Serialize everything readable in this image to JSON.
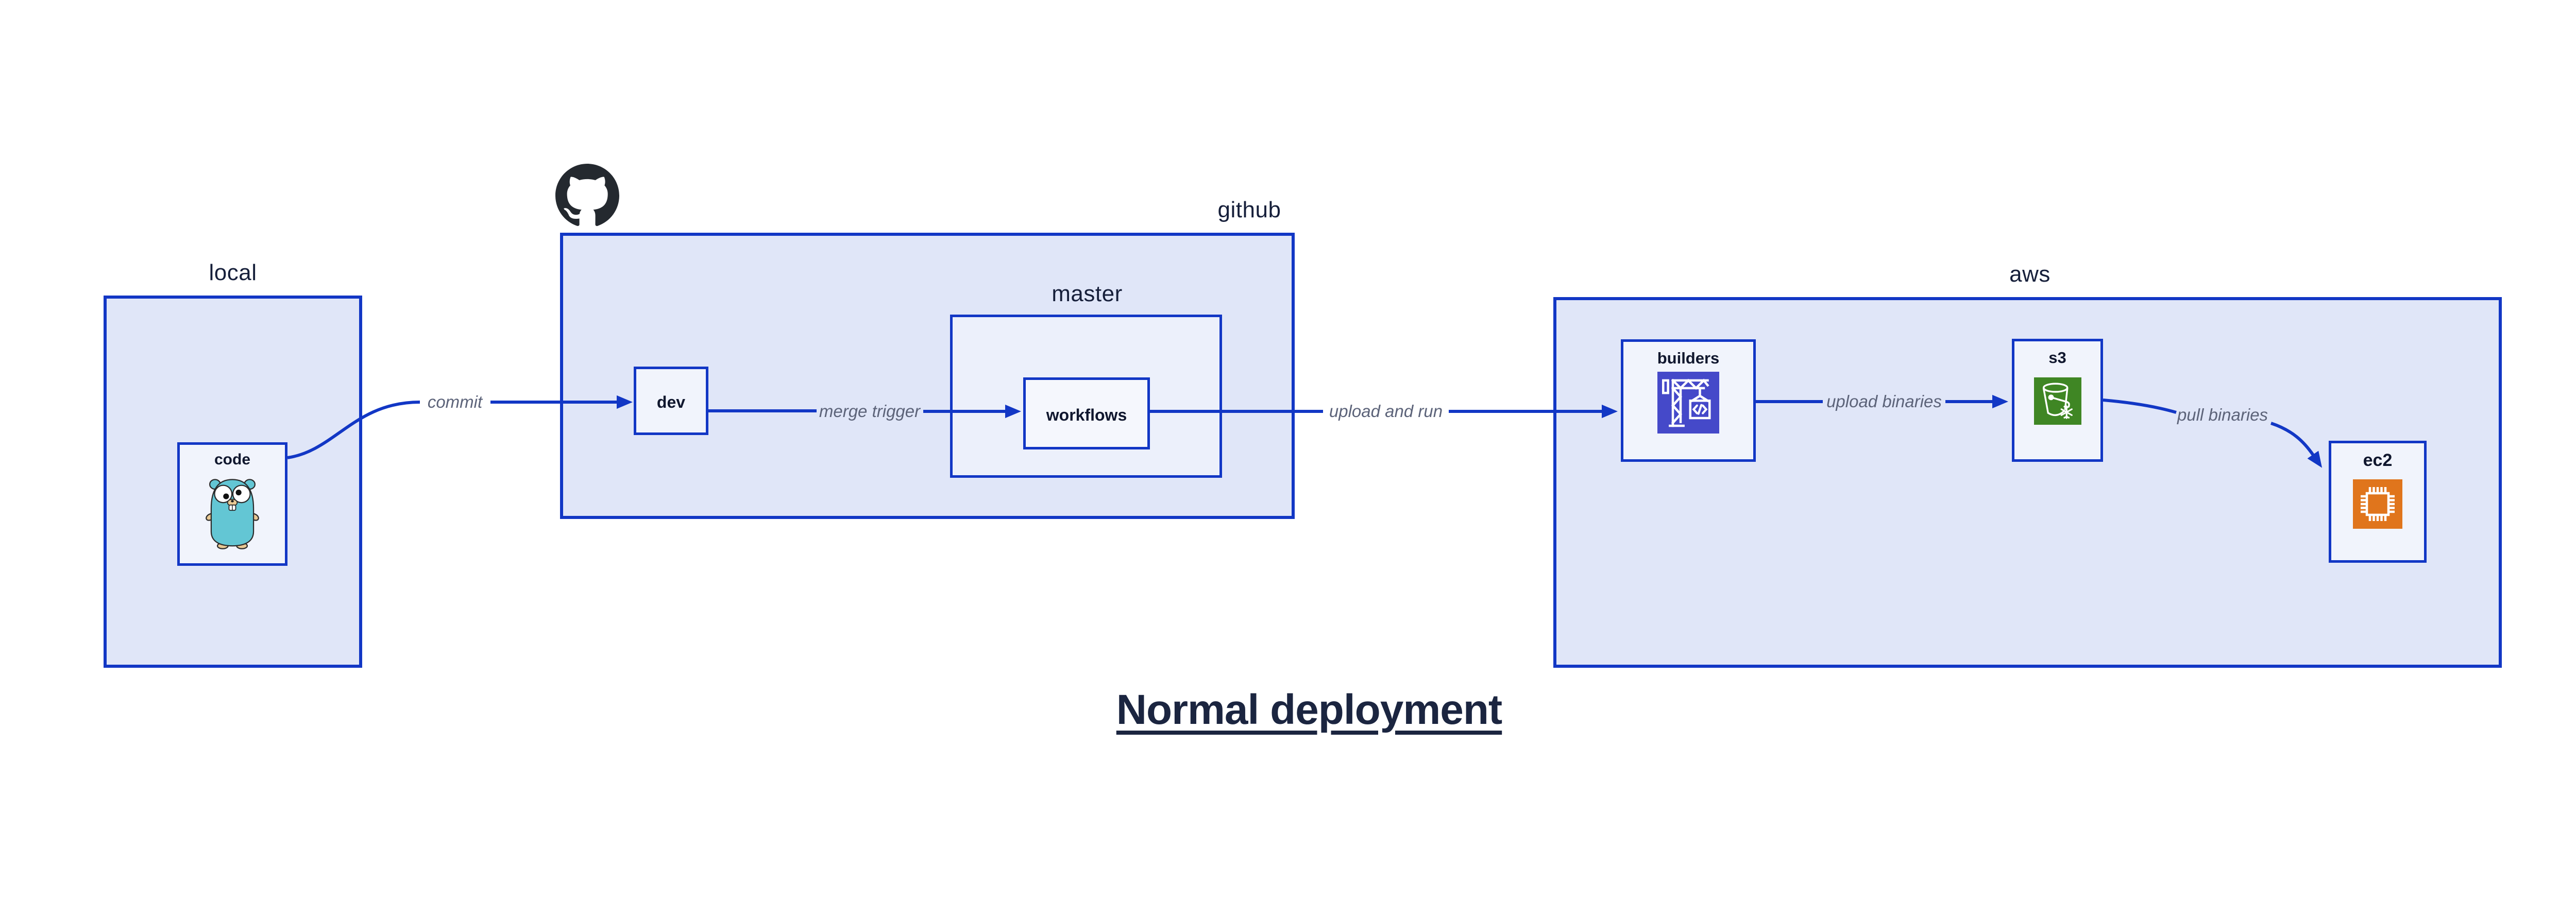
{
  "title": {
    "text": "Normal deployment"
  },
  "groups": {
    "local": {
      "label": "local"
    },
    "github": {
      "label": "github"
    },
    "master": {
      "label": "master"
    },
    "aws": {
      "label": "aws"
    }
  },
  "nodes": {
    "code": {
      "label": "code",
      "icon": "go-gopher"
    },
    "dev": {
      "label": "dev"
    },
    "workflows": {
      "label": "workflows"
    },
    "builders": {
      "label": "builders",
      "icon": "aws-codebuild-crane"
    },
    "s3": {
      "label": "s3",
      "icon": "aws-s3-glacier-bucket-snowflake"
    },
    "ec2": {
      "label": "ec2",
      "icon": "aws-ec2-chip"
    }
  },
  "edges": {
    "commit": {
      "label": "commit",
      "from": "code",
      "to": "dev"
    },
    "merge_trigger": {
      "label": "merge trigger",
      "from": "dev",
      "to": "workflows"
    },
    "upload_and_run": {
      "label": "upload and run",
      "from": "workflows",
      "to": "builders"
    },
    "upload_binaries": {
      "label": "upload binaries",
      "from": "builders",
      "to": "s3"
    },
    "pull_binaries": {
      "label": "pull binaries",
      "from": "s3",
      "to": "ec2"
    }
  },
  "icons": {
    "github_logo": "github-octocat"
  },
  "colors": {
    "border_blue": "#1237c5",
    "arrow_blue": "#1237c5",
    "group_fill": "#e0e6f8",
    "inner_group_fill": "#ecf0fb",
    "node_fill": "#f1f4fc",
    "edge_label_gray": "#5c6379",
    "heading_navy": "#161f3a",
    "codebuild_icon_bg": "#4549c9",
    "s3_icon_bg": "#3f8624",
    "ec2_icon_bg": "#e0751c",
    "octocat_black": "#24292f",
    "gopher_teal": "#63c6d4"
  }
}
